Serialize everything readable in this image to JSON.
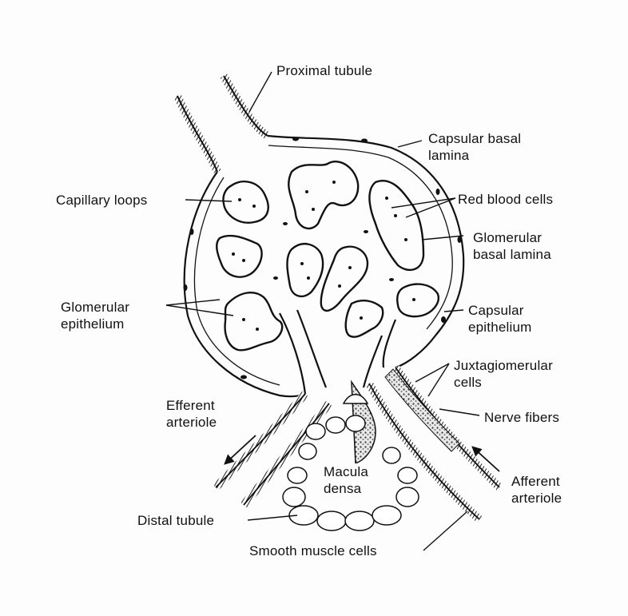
{
  "colors": {
    "ink": "#111111",
    "paper": "#fdfdfd",
    "hatch": "#333333"
  },
  "labels": {
    "proximal_tubule": [
      "Proximal tubule"
    ],
    "capsular_basal_lamina": [
      "Capsular basal",
      "lamina"
    ],
    "capillary_loops": [
      "Capillary loops"
    ],
    "red_blood_cells": [
      "Red blood cells"
    ],
    "glomerular_basal_lamina": [
      "Glomerular",
      "basal lamina"
    ],
    "glomerular_epithelium": [
      "Glomerular",
      "epithelium"
    ],
    "capsular_epithelium": [
      "Capsular",
      "epithelium"
    ],
    "juxtaglomerular_cells": [
      "Juxtagiomerular",
      "cells"
    ],
    "nerve_fibers": [
      "Nerve fibers"
    ],
    "efferent_arteriole": [
      "Efferent",
      "arteriole"
    ],
    "afferent_arteriole": [
      "Afferent",
      "arteriole"
    ],
    "macula_densa": [
      "Macula",
      "densa"
    ],
    "distal_tubule": [
      "Distal tubule"
    ],
    "smooth_muscle_cells": [
      "Smooth muscle cells"
    ]
  }
}
